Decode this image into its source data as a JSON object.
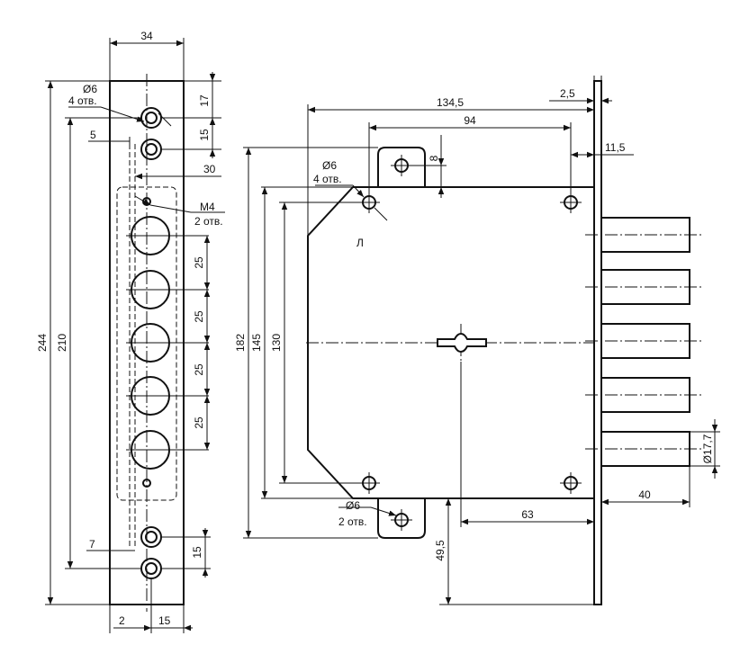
{
  "drawing": {
    "strip": {
      "width": "34",
      "hole_note_diam": "Ø6",
      "hole_note_count": "4 отв.",
      "m4_label": "М4",
      "m4_count": "2 отв.",
      "dim_17": "17",
      "dim_15_top": "15",
      "dim_5": "5",
      "dim_30": "30",
      "pitch": [
        "25",
        "25",
        "25",
        "25"
      ],
      "length_244": "244",
      "length_210": "210",
      "dim_7": "7",
      "dim_15_bottom": "15",
      "bottom_2": "2",
      "bottom_15": "15"
    },
    "body": {
      "dim_134_5": "134,5",
      "dim_94": "94",
      "dim_2_5": "2,5",
      "dim_11_5": "11,5",
      "dim_8": "8",
      "hole_top_diam": "Ø6",
      "hole_top_count": "4 отв.",
      "side_label": "Л",
      "height_182": "182",
      "height_145": "145",
      "height_130": "130",
      "hole_bottom_diam": "Ø6",
      "hole_bottom_count": "2 отв.",
      "dim_63": "63",
      "dim_49_5": "49,5",
      "bolt_diam": "Ø17,7",
      "bolt_protrusion": "40"
    }
  }
}
